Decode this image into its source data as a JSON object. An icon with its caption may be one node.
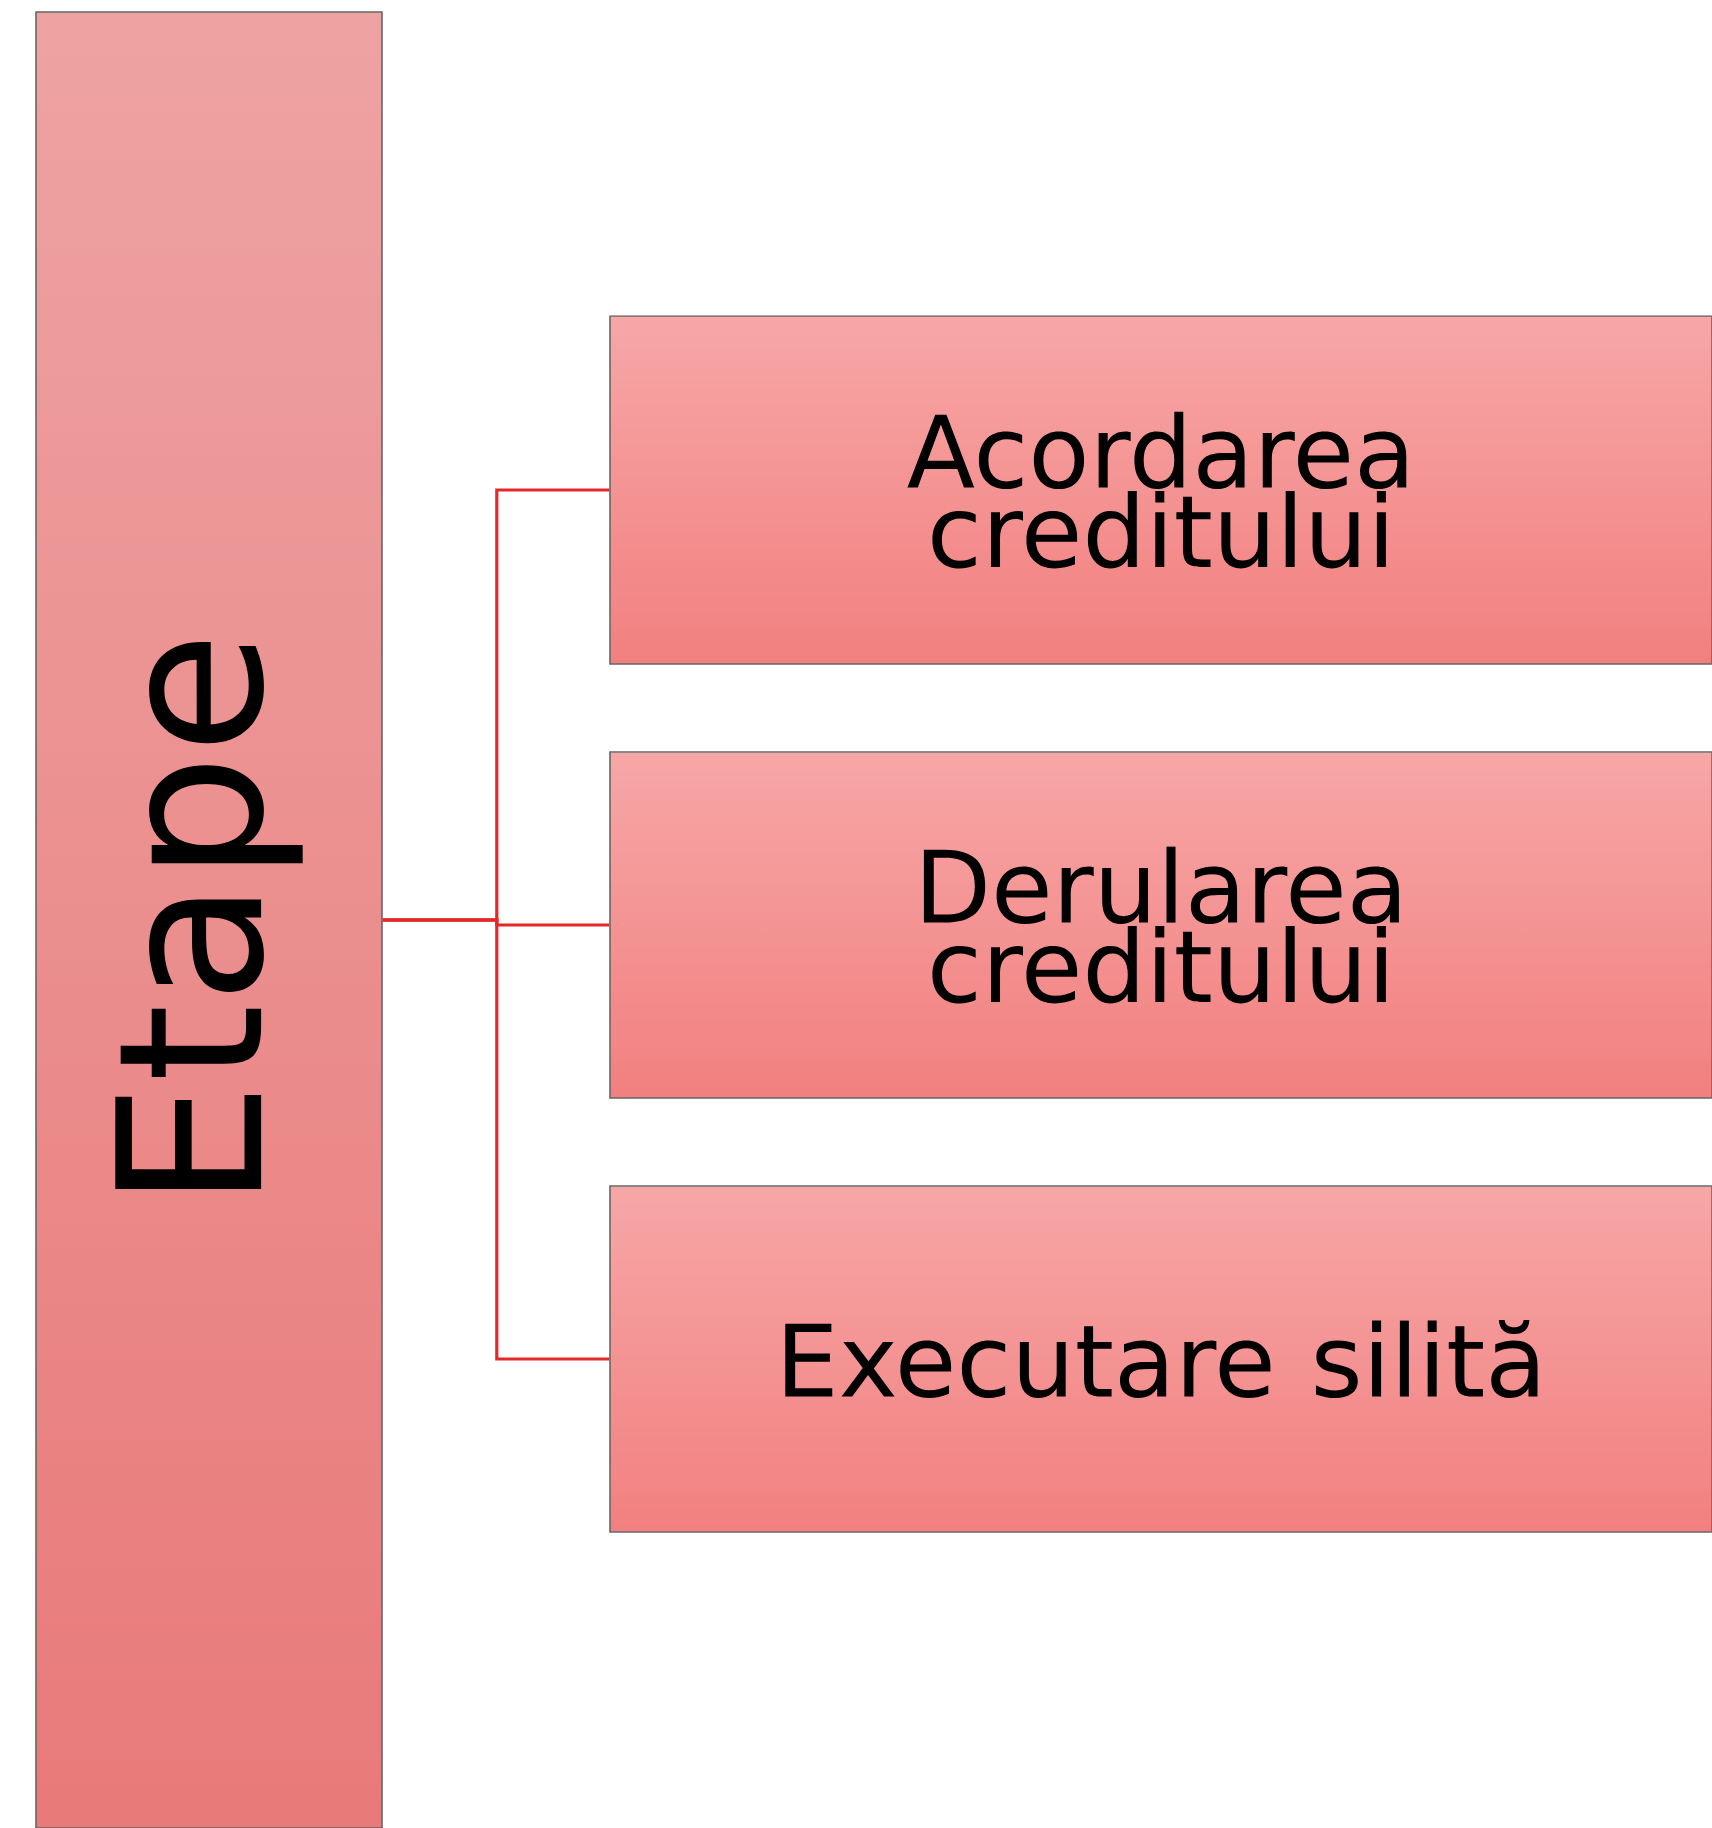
{
  "diagram": {
    "nodes": [
      {
        "text": [
          "Etape"
        ]
      },
      {
        "text": [
          "Acordarea creditului"
        ]
      },
      {
        "text": [
          "Derularea creditului"
        ]
      },
      {
        "text": [
          "Executare silită"
        ]
      }
    ],
    "edges": [
      {
        "from": 0,
        "to": 1,
        "arrow": "none"
      },
      {
        "from": 0,
        "to": 2,
        "arrow": "none"
      },
      {
        "from": 0,
        "to": 3,
        "arrow": "none"
      }
    ]
  }
}
